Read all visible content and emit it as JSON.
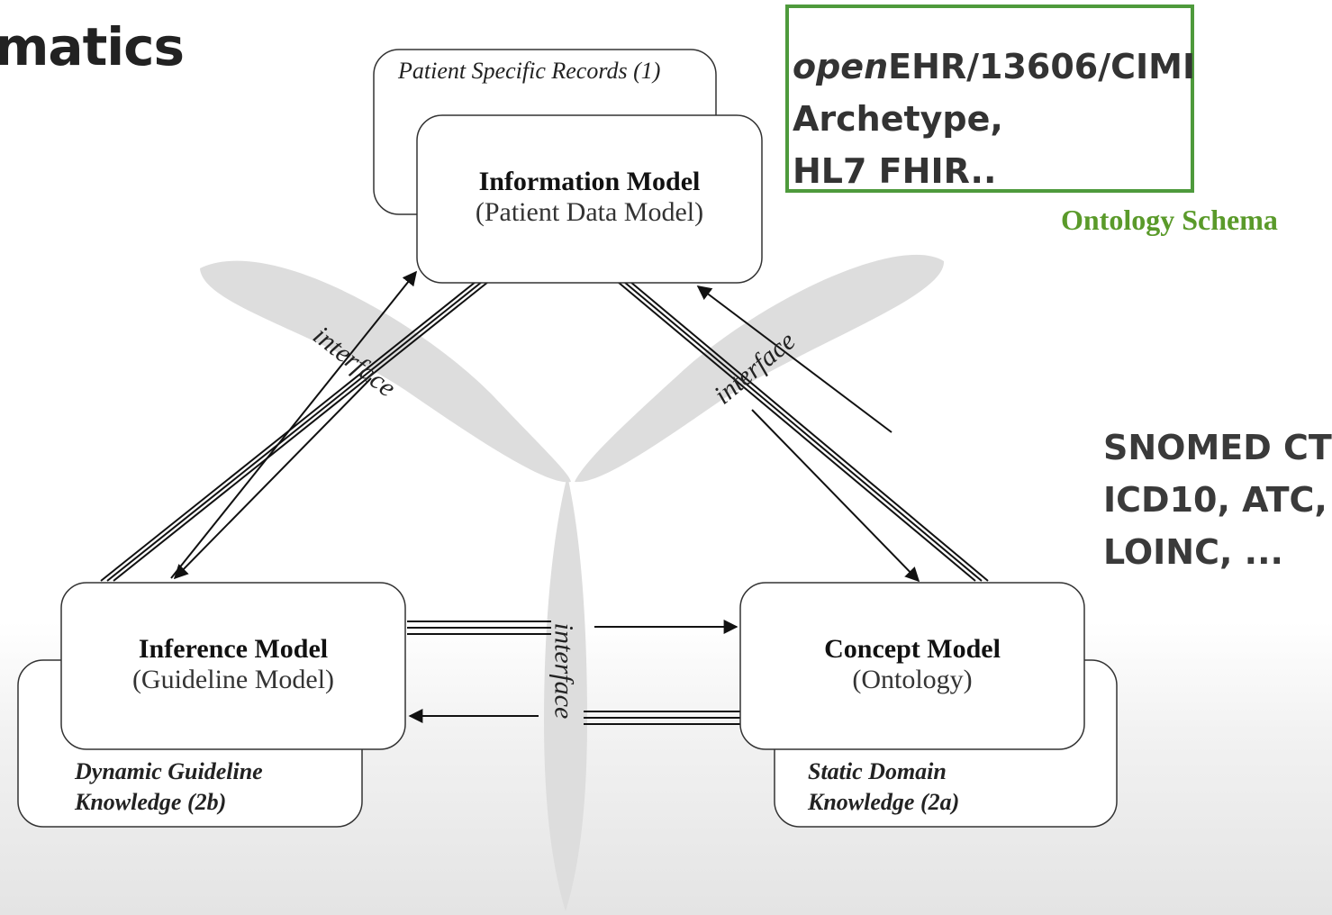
{
  "heading": "matics",
  "standards_box": {
    "line1_italic": "open",
    "line1_rest": "EHR/13606/CIMI",
    "line2": "Archetype,",
    "line3": "HL7 FHIR.."
  },
  "ontology_caption": "Ontology Schema",
  "terminologies": [
    "SNOMED CT",
    "ICD10, ATC,",
    "LOINC, ..."
  ],
  "information_model": {
    "title": "Information Model",
    "subtitle": "(Patient Data Model)",
    "back_label": "Patient Specific Records (1)"
  },
  "inference_model": {
    "title": "Inference Model",
    "subtitle": "(Guideline Model)",
    "back_label_line1": "Dynamic Guideline",
    "back_label_line2": "Knowledge (2b)"
  },
  "concept_model": {
    "title": "Concept Model",
    "subtitle": "(Ontology)",
    "back_label_line1": "Static Domain",
    "back_label_line2": "Knowledge  (2a)"
  },
  "interface_labels": [
    "interface",
    "interface",
    "interface"
  ],
  "colors": {
    "green": "#4e9a3c",
    "caption_green": "#5a9a2a",
    "propeller": "#dedede"
  }
}
